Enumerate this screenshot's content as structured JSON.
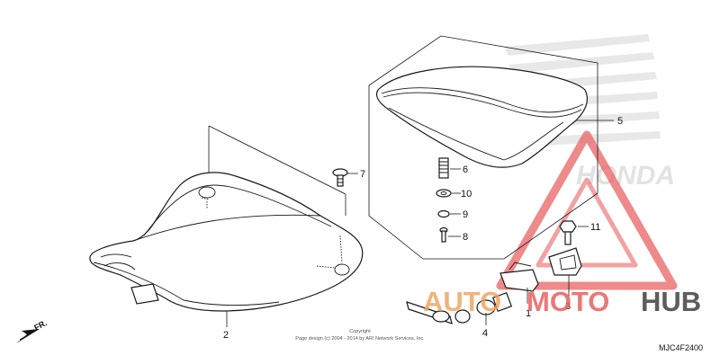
{
  "diagram": {
    "part_code": "MJC4F2400",
    "direction_label": "FR.",
    "copyright_line1": "Copyright",
    "copyright_line2": "Page design (c) 2004 - 2014 by ARI Network Services, Inc."
  },
  "callouts": [
    {
      "id": "1",
      "label": "1"
    },
    {
      "id": "2",
      "label": "2"
    },
    {
      "id": "3",
      "label": "3"
    },
    {
      "id": "4",
      "label": "4"
    },
    {
      "id": "5",
      "label": "5"
    },
    {
      "id": "6",
      "label": "6"
    },
    {
      "id": "7",
      "label": "7"
    },
    {
      "id": "8",
      "label": "8"
    },
    {
      "id": "9",
      "label": "9"
    },
    {
      "id": "10",
      "label": "10"
    },
    {
      "id": "11",
      "label": "11"
    }
  ],
  "watermark": {
    "brand_left": "AUTO",
    "brand_mid": "MOTO",
    "brand_right": "HUB",
    "background_logo": "HONDA",
    "color_accent": "#f0a35c",
    "color_red": "#e85a5a",
    "color_dark": "#3a3a3a"
  }
}
